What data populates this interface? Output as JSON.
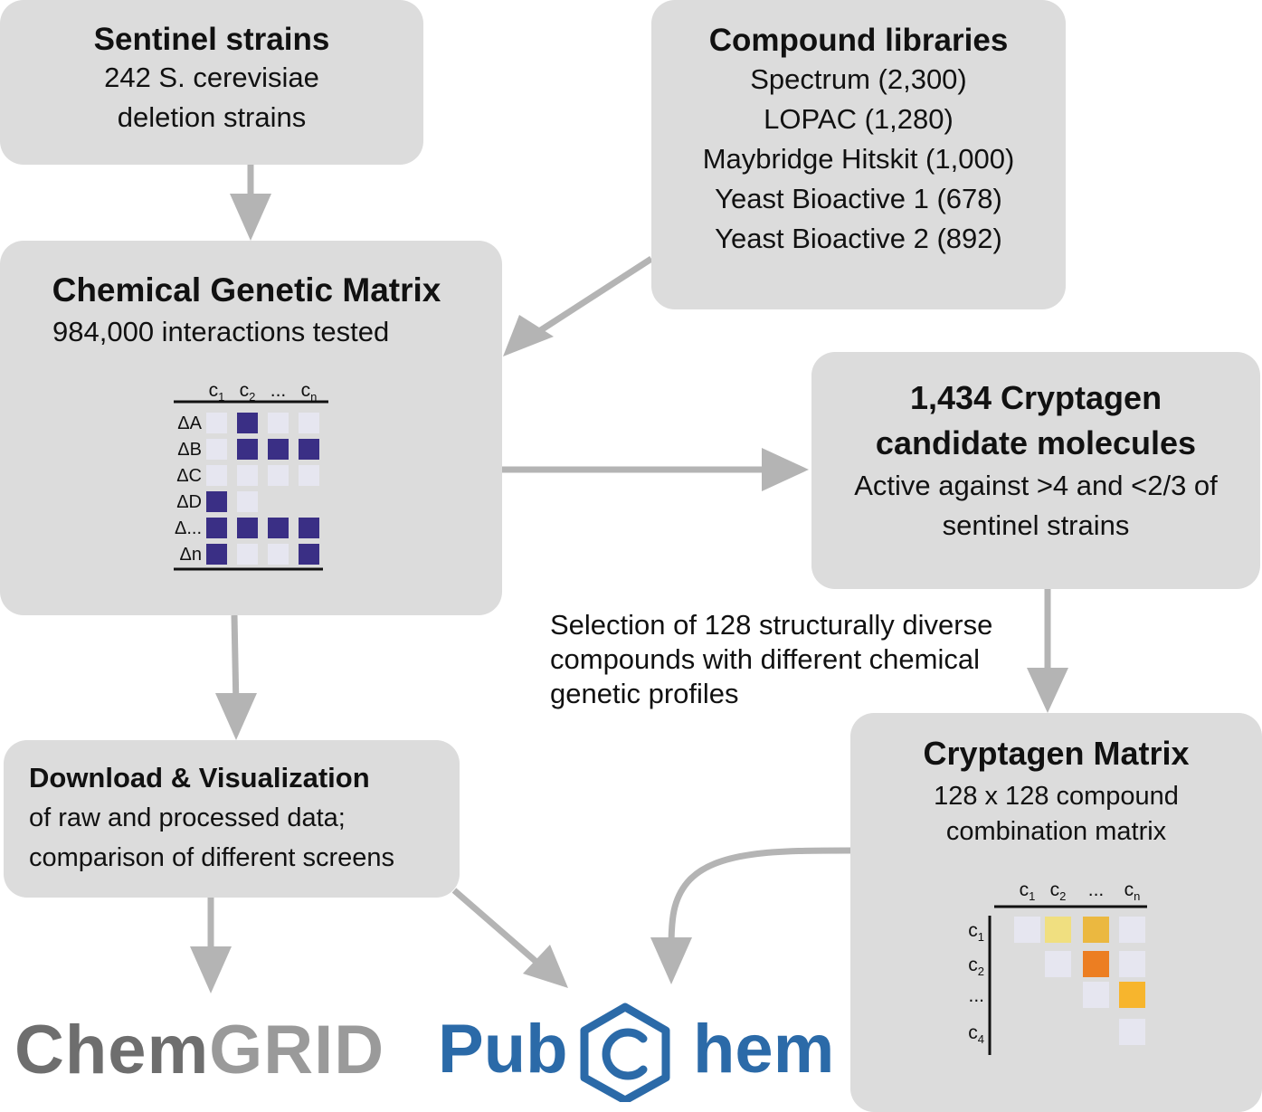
{
  "sentinel": {
    "title": "Sentinel strains",
    "line1": "242 S. cerevisiae",
    "line2": "deletion strains"
  },
  "compound_libraries": {
    "title": "Compound libraries",
    "items": [
      "Spectrum (2,300)",
      "LOPAC (1,280)",
      "Maybridge Hitskit (1,000)",
      "Yeast Bioactive 1 (678)",
      "Yeast Bioactive 2 (892)"
    ]
  },
  "chemical_genetic_matrix": {
    "title": "Chemical Genetic Matrix",
    "subtitle": "984,000 interactions tested",
    "columns": [
      "c1",
      "c2",
      "...",
      "cn"
    ],
    "rows": [
      "ΔA",
      "ΔB",
      "ΔC",
      "ΔD",
      "Δ...",
      "Δn"
    ],
    "cells": [
      [
        0,
        1,
        0,
        0
      ],
      [
        0,
        1,
        1,
        1
      ],
      [
        0,
        0,
        0,
        0
      ],
      [
        1,
        0,
        null,
        null
      ],
      [
        1,
        1,
        1,
        1
      ],
      [
        1,
        0,
        0,
        1
      ]
    ],
    "colors": {
      "active": "#3a2f85",
      "inactive": "#e6e6f0"
    }
  },
  "cryptagen_candidates": {
    "title1": "1,434 Cryptagen",
    "title2": "candidate molecules",
    "line1": "Active against >4 and <2/3 of",
    "line2": "sentinel strains"
  },
  "selection_note": {
    "lines": [
      "Selection of 128 structurally diverse",
      "compounds with different chemical",
      "genetic profiles"
    ]
  },
  "download": {
    "title": "Download & Visualization",
    "line1": "of raw and processed data;",
    "line2": "comparison of different screens"
  },
  "cryptagen_matrix": {
    "title": "Cryptagen Matrix",
    "line1": "128 x 128 compound",
    "line2": "combination matrix",
    "columns": [
      "c1",
      "c2",
      "...",
      "cn"
    ],
    "rows": [
      "c1",
      "c2",
      "...",
      "c4"
    ],
    "cells": [
      [
        "#e6e6f0",
        "#f0df80",
        "#ebb840",
        "#e6e6f0"
      ],
      [
        null,
        "#e6e6f0",
        "#ec7e22",
        "#e6e6f0"
      ],
      [
        null,
        null,
        "#e6e6f0",
        "#f7b52d"
      ],
      [
        null,
        null,
        null,
        "#e6e6f0"
      ]
    ]
  },
  "logos": {
    "chemgrid_part1": "Chem",
    "chemgrid_part2": "GRID",
    "pubchem_part1": "Pub",
    "pubchem_part2": "hem"
  },
  "colors": {
    "box": "#dcdcdc",
    "arrow": "#b4b4b4",
    "pubchem_blue": "#2b6aa8",
    "chemgrid_dark": "#6e6e6e",
    "chemgrid_light": "#9a9a9a"
  }
}
